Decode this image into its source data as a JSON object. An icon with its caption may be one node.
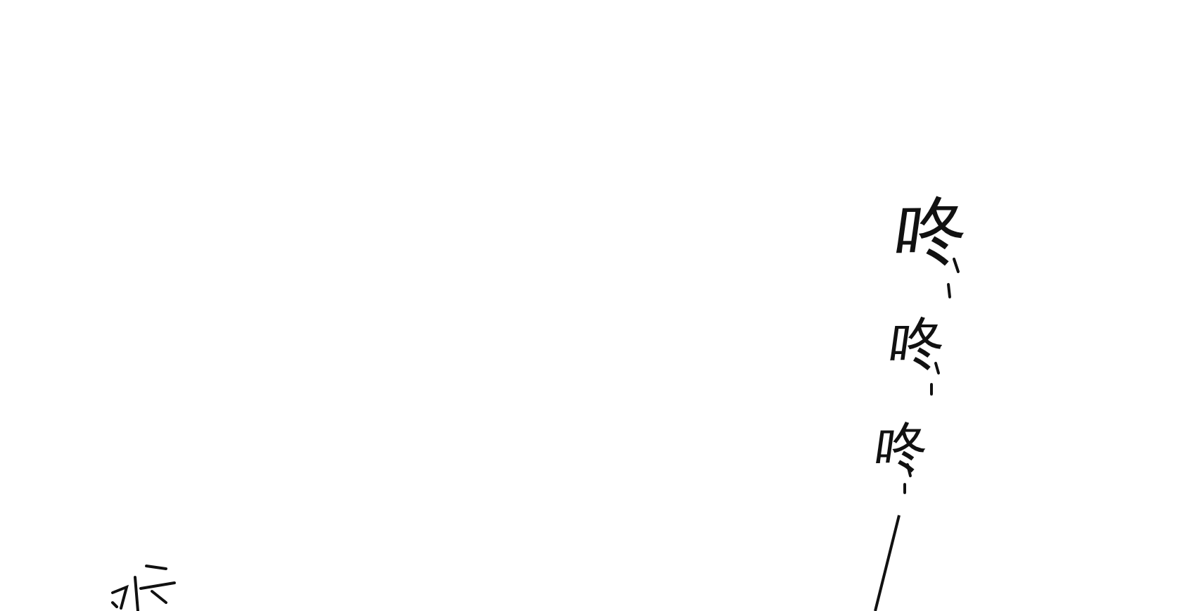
{
  "diagram": {
    "labels": [
      "咚",
      "咚",
      "咚"
    ]
  }
}
